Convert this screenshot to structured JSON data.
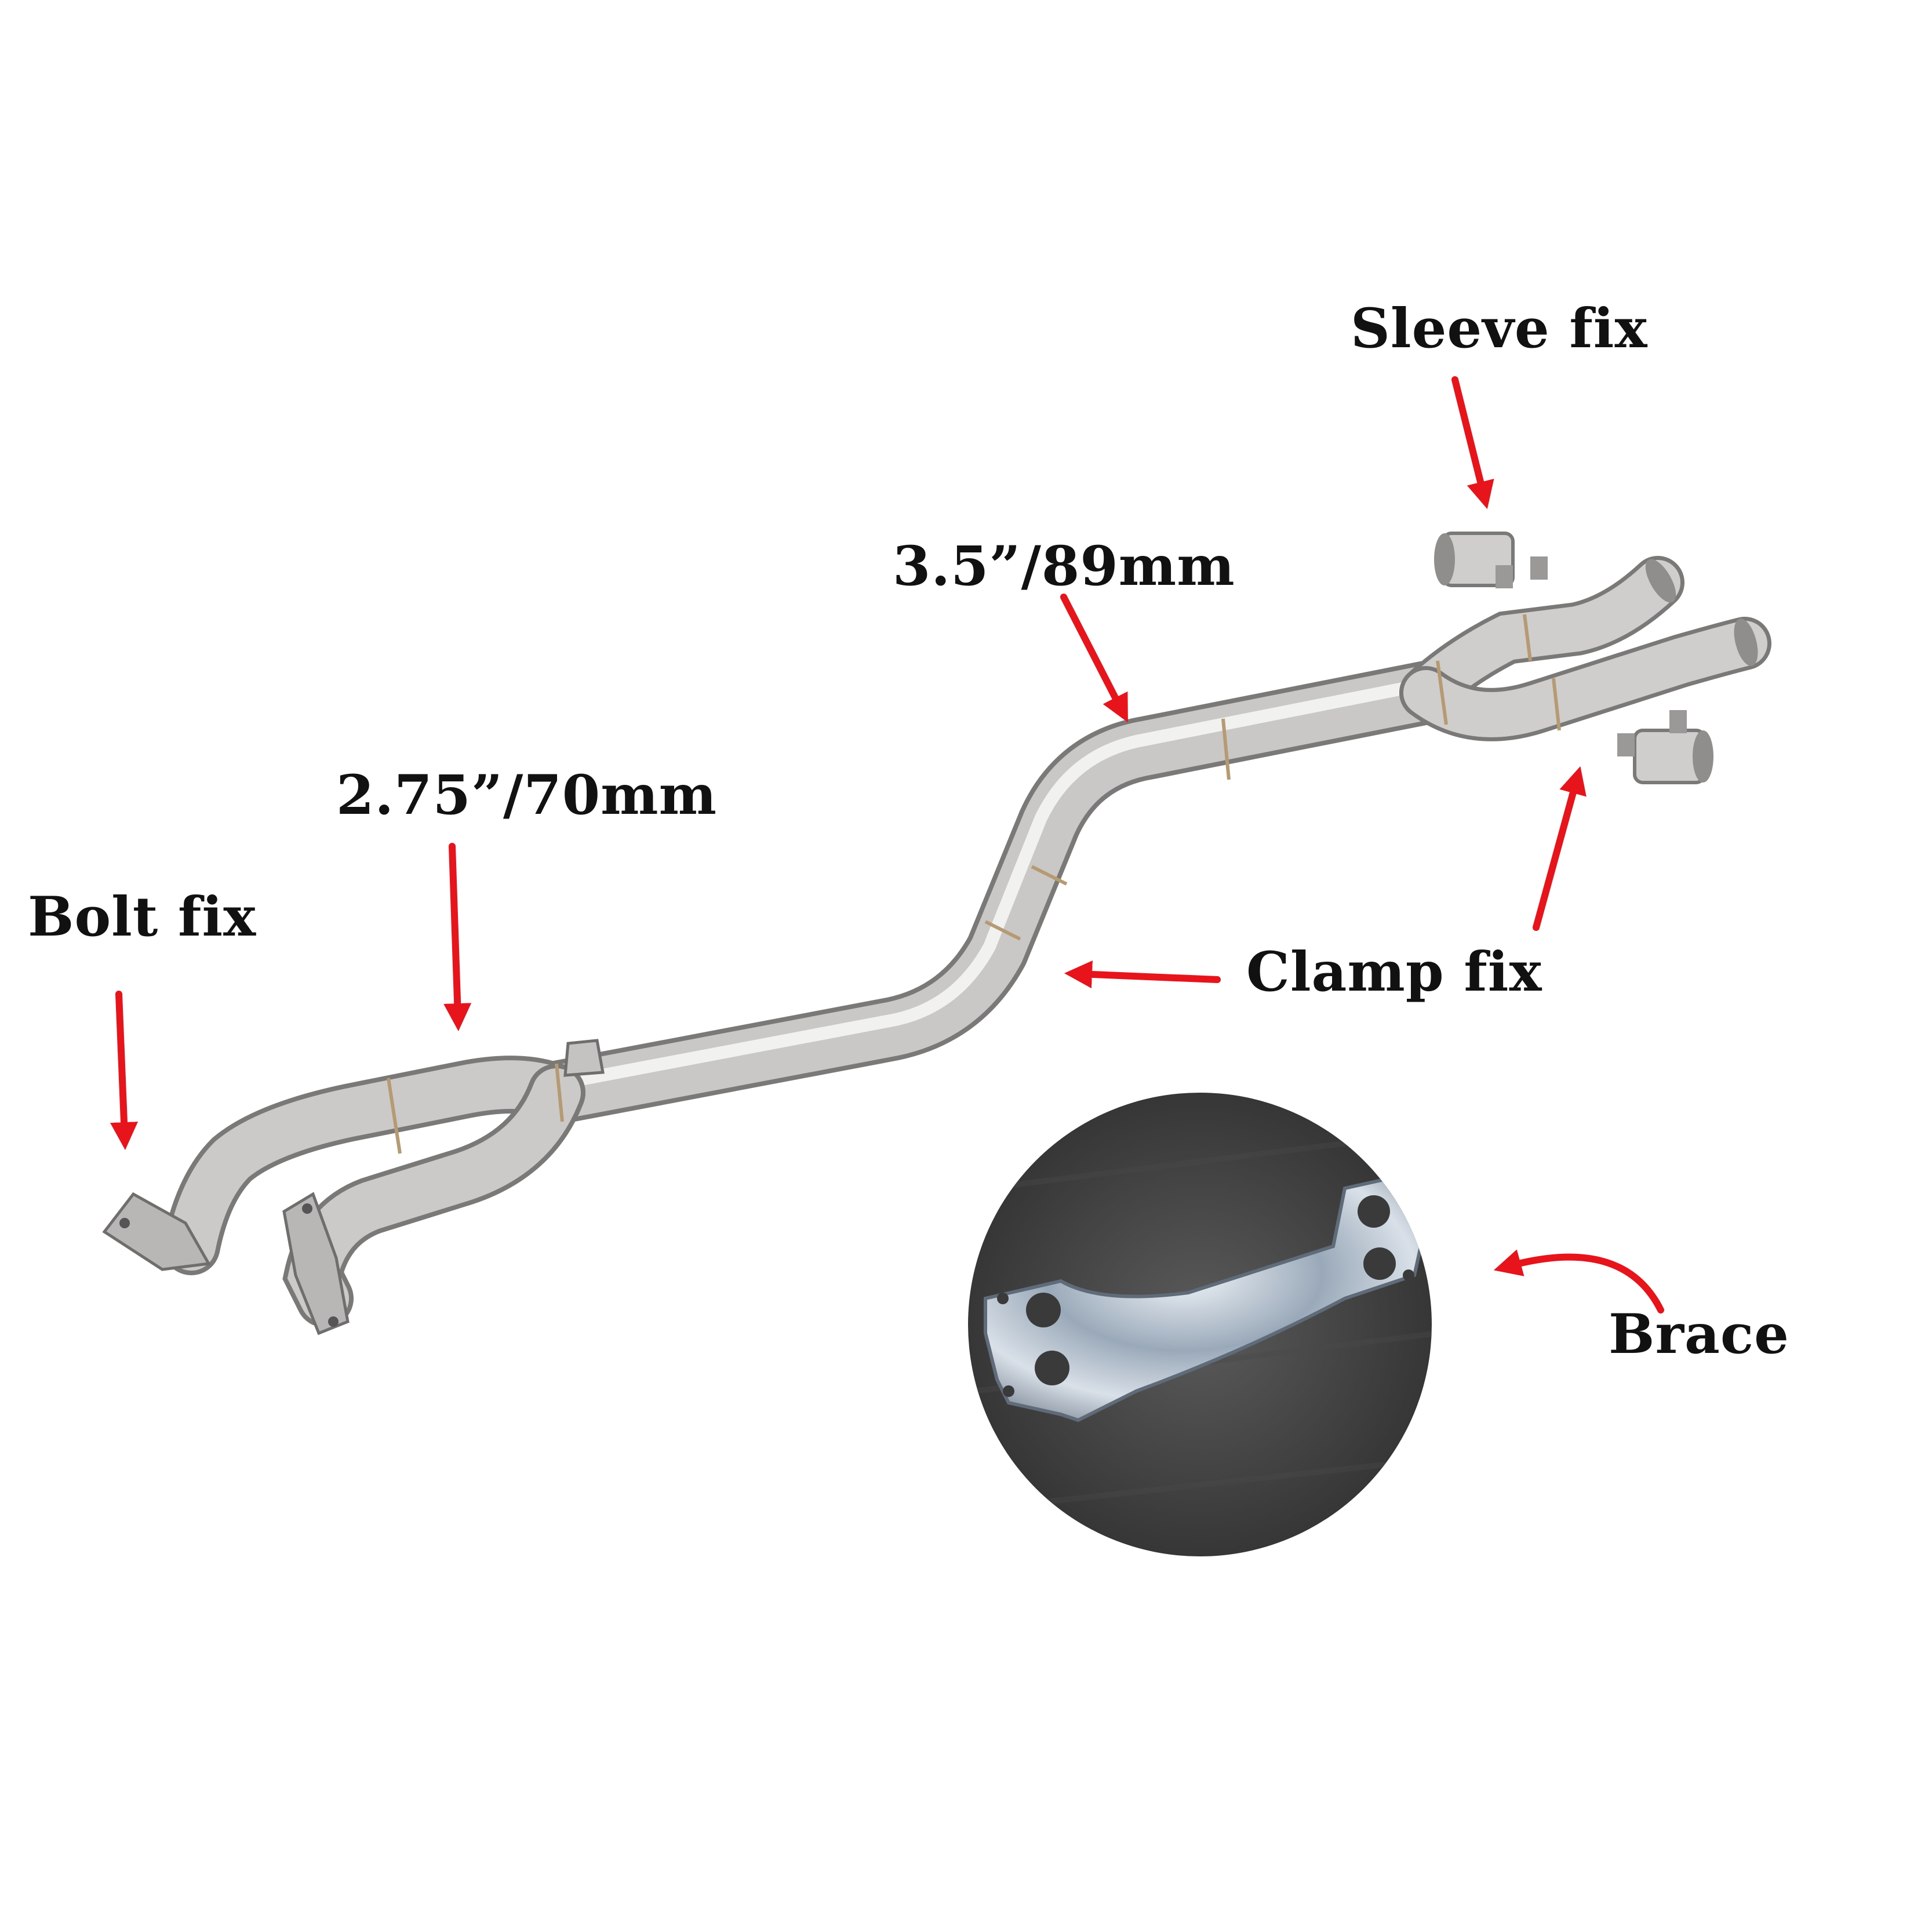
{
  "labels": {
    "sleeve_fix": "Sleeve fix",
    "pipe_diameter_large": "3.5”/89mm",
    "pipe_diameter_small": "2.75”/70mm",
    "bolt_fix": "Bolt fix",
    "clamp_fix": "Clamp fix",
    "brace": "Brace"
  },
  "colors": {
    "arrow": "#e8141b",
    "text": "#111111",
    "steel": "#bdbcba",
    "background": "#ffffff"
  },
  "icons": {
    "arrow": "arrow-icon"
  }
}
